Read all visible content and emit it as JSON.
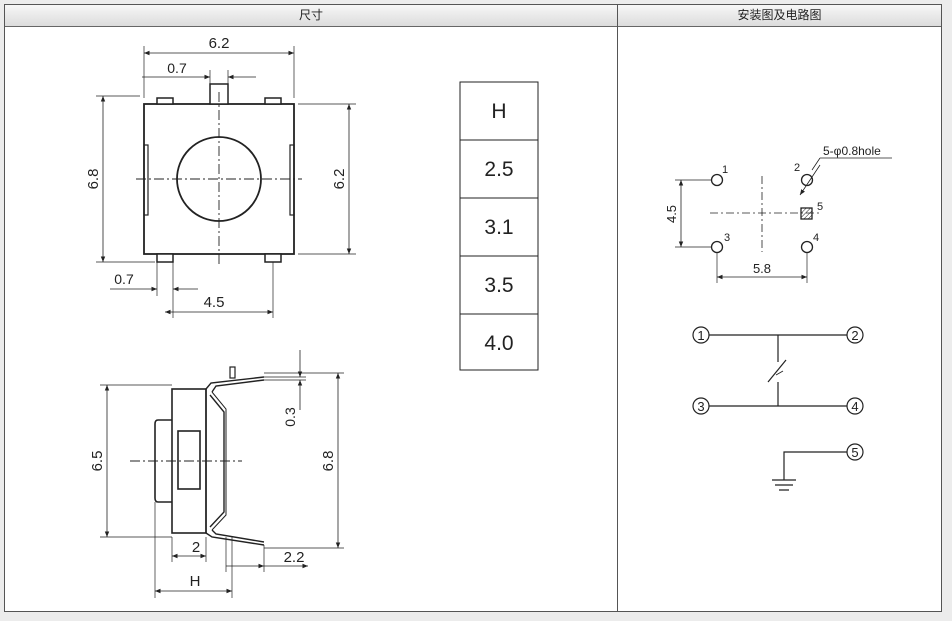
{
  "headers": {
    "dimensions": "尺寸",
    "install": "安装图及电路图"
  },
  "front_view": {
    "width": "6.2",
    "lead_top": "0.7",
    "height": "6.8",
    "inner": "6.2",
    "lead_bottom": "0.7",
    "pitch": "4.5"
  },
  "side_view": {
    "height": "6.5",
    "total": "6.8",
    "lead_thick": "0.3",
    "body": "2",
    "lead_len": "2.2",
    "h_label": "H"
  },
  "height_table": {
    "header": "H",
    "values": [
      "2.5",
      "3.1",
      "3.5",
      "4.0"
    ]
  },
  "footprint": {
    "hole_note": "5-φ0.8hole",
    "vertical": "4.5",
    "horizontal": "5.8",
    "pins": [
      "1",
      "2",
      "3",
      "4",
      "5"
    ]
  },
  "circuit": {
    "pins": [
      "1",
      "2",
      "3",
      "4",
      "5"
    ]
  }
}
